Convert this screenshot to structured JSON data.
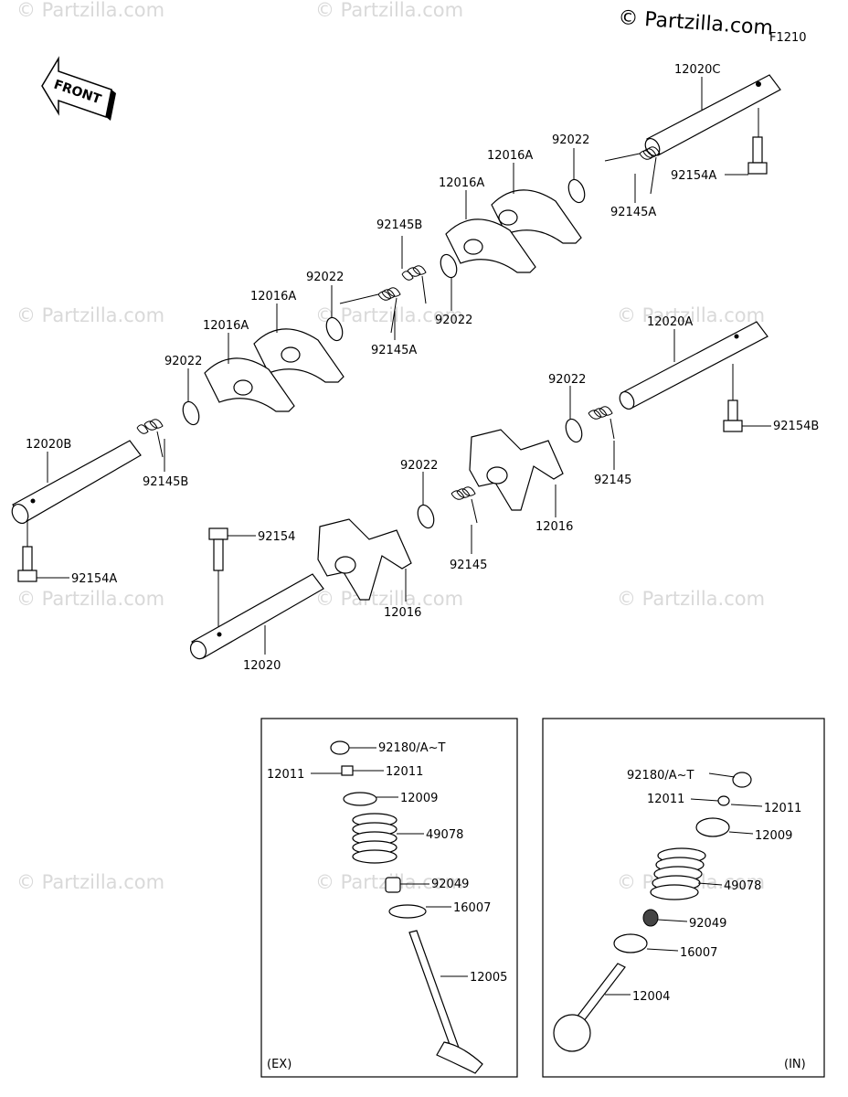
{
  "header": {
    "copyright": "© Partzilla.com",
    "diagram_code": "F1210"
  },
  "front_arrow_label": "FRONT",
  "watermark": "© Partzilla.com",
  "labels": {
    "l_12020C": "12020C",
    "l_92154A_top": "92154A",
    "l_92022_a": "92022",
    "l_92145A_a": "92145A",
    "l_12016A_a": "12016A",
    "l_12016A_b": "12016A",
    "l_92145B_a": "92145B",
    "l_92022_b": "92022",
    "l_92022_c": "92022",
    "l_12016A_c": "12016A",
    "l_92145A_b": "92145A",
    "l_12016A_d": "12016A",
    "l_12020A": "12020A",
    "l_92022_d": "92022",
    "l_12020B": "12020B",
    "l_92145B_b": "92145B",
    "l_92022_e": "92022",
    "l_92154B": "92154B",
    "l_92145_a": "92145",
    "l_12016_a": "12016",
    "l_92154": "92154",
    "l_92022_f": "92022",
    "l_92145_b": "92145",
    "l_92154A_b": "92154A",
    "l_12016_b": "12016",
    "l_12020": "12020"
  },
  "ex_box": {
    "title": "(EX)",
    "labels": {
      "l_92180": "92180/A~T",
      "l_12011_left": "12011",
      "l_12011_right": "12011",
      "l_12009": "12009",
      "l_49078": "49078",
      "l_92049": "92049",
      "l_16007": "16007",
      "l_12005": "12005"
    }
  },
  "in_box": {
    "title": "(IN)",
    "labels": {
      "l_92180": "92180/A~T",
      "l_12011_left": "12011",
      "l_12011_right": "12011",
      "l_12009": "12009",
      "l_49078": "49078",
      "l_92049": "92049",
      "l_16007": "16007",
      "l_12004": "12004"
    }
  }
}
